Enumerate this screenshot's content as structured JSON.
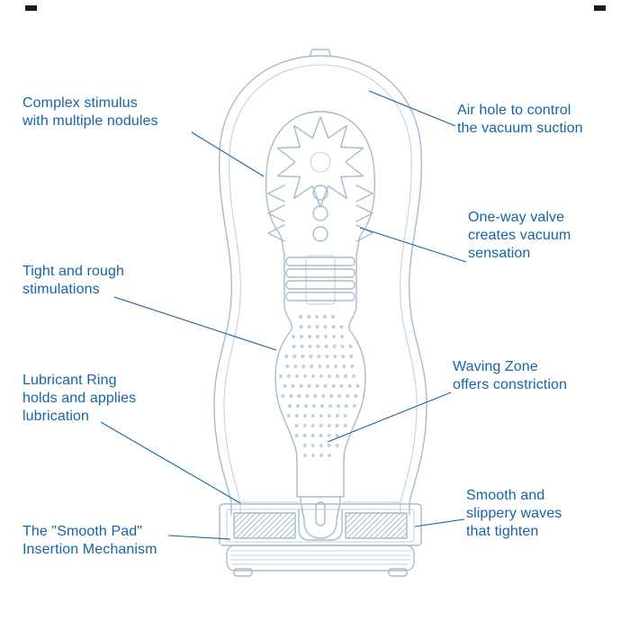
{
  "figure": {
    "type": "cutaway-product-diagram",
    "colors": {
      "background": "#ffffff",
      "label_text": "#1464a8",
      "leader_line": "#1464a8",
      "illustration_line": "#a6bbce",
      "illustration_line_light": "#c2d1de"
    }
  },
  "labels": {
    "complex_stimulus": "Complex stimulus\nwith multiple nodules",
    "air_hole": "Air hole to control\nthe vacuum suction",
    "one_way_valve": "One-way valve\ncreates vacuum\nsensation",
    "tight_rough": "Tight and rough\nstimulations",
    "waving_zone": "Waving Zone\noffers constriction",
    "lubricant_ring": "Lubricant Ring\nholds and applies\nlubrication",
    "smooth_slippery": "Smooth and\nslippery waves\nthat tighten",
    "smooth_pad": "The \"Smooth Pad\"\nInsertion Mechanism"
  }
}
